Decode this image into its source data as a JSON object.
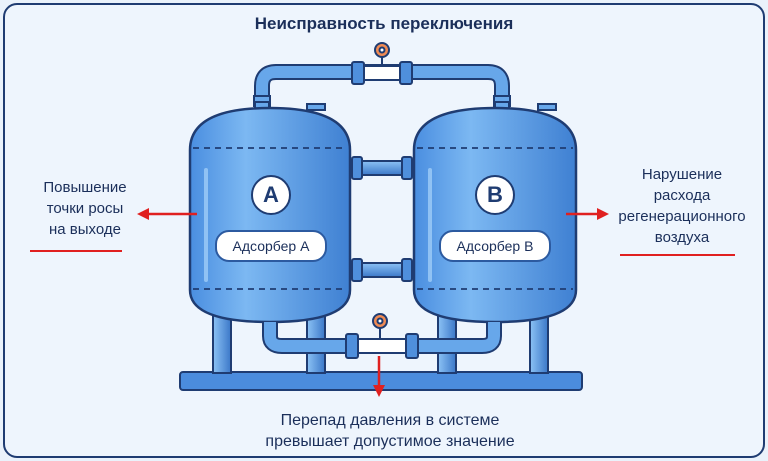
{
  "title": "Неисправность переключения",
  "left_fault": {
    "lines": [
      "Повышение",
      "точки росы",
      "на выходе"
    ]
  },
  "right_fault": {
    "lines": [
      "Нарушение",
      "расхода",
      "регенерационного",
      "воздуха"
    ]
  },
  "bottom_fault": {
    "lines": [
      "Перепад давления в системе",
      "превышает допустимое значение"
    ]
  },
  "adsorber_a": {
    "letter": "A",
    "name": "Адсорбер A"
  },
  "adsorber_b": {
    "letter": "B",
    "name": "Адсорбер B"
  },
  "colors": {
    "tank": "#5ea2e6",
    "tank_outline": "#1f3c72",
    "pipe": "#4f8fdc",
    "valve_handle": "#f08b54",
    "arrow": "#e02020",
    "text": "#1b2f5a"
  }
}
